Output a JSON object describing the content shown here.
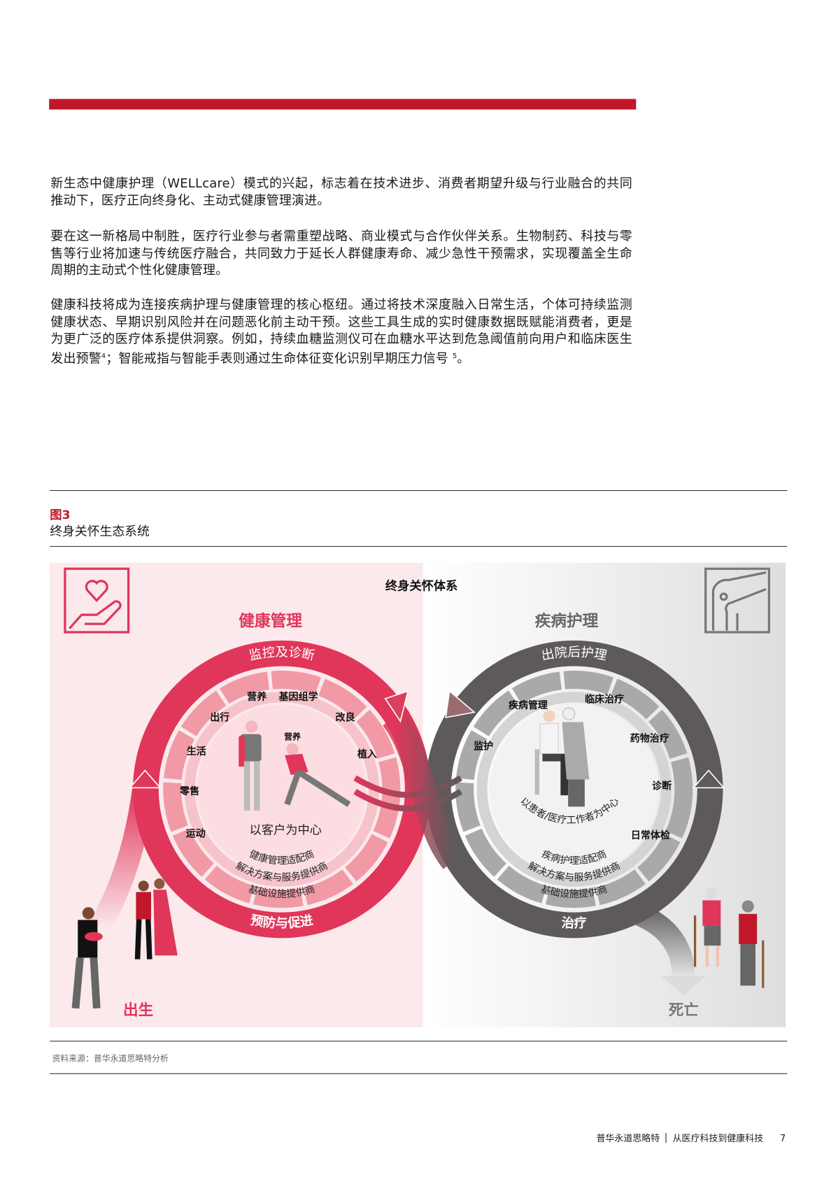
{
  "colors": {
    "brand_red": "#c0182a",
    "health_pink": "#e0365a",
    "panel_pink": "#fbe9ec",
    "care_gray": "#5e5a5b"
  },
  "paragraphs": [
    {
      "text": "新生态中健康护理（WELLcare）模式的兴起，标志着在技术进步、消费者期望升级与行业融合的共同推动下，医疗正向终身化、主动式健康管理演进。"
    },
    {
      "text": "要在这一新格局中制胜，医疗行业参与者需重塑战略、商业模式与合作伙伴关系。生物制药、科技与零售等行业将加速与传统医疗融合，共同致力于延长人群健康寿命、减少急性干预需求，实现覆盖全生命周期的主动式个性化健康管理。"
    },
    {
      "part1": "健康科技将成为连接疾病护理与健康管理的核心枢纽。通过将技术深度融入日常生活，个体可持续监测健康状态、早期识别风险并在问题恶化前主动干预。这些工具生成的实时健康数据既赋能消费者，更是为更广泛的医疗体系提供洞察。例如，持续血糖监测仪可在血糖水平达到危急阈值前向用户和临床医生发出预警",
      "sup1": "4",
      "part2": "；智能戒指与智能手表则通过生命体征变化识别早期压力信号 ",
      "sup2": "5",
      "part3": "。"
    }
  ],
  "figure": {
    "label": "图3",
    "title": "终身关怀生态系统",
    "diagram": {
      "heading": "终身关怀体系",
      "left": {
        "title": "健康管理",
        "icon": "heart-in-hand-icon",
        "outer_top": "监控及诊断",
        "outer_bottom": "预防与促进",
        "segments": [
          "营养",
          "基因组学",
          "出行",
          "改良",
          "生活",
          "植入",
          "零售",
          "运动"
        ],
        "center": "以客户为中心",
        "layers": [
          "健康管理适配商",
          "解决方案与服务提供商",
          "基础设施提供商"
        ],
        "start": "出生",
        "person_label": "营养"
      },
      "right": {
        "title": "疾病护理",
        "icon": "knee-joint-icon",
        "outer_top": "出院后护理",
        "outer_bottom": "治疗",
        "segments": [
          "疾病管理",
          "临床治疗",
          "监护",
          "药物治疗",
          "诊断",
          "日常体检"
        ],
        "center": "以患者/医疗工作者为中心",
        "layers": [
          "疾病护理适配商",
          "解决方案与服务提供商",
          "基础设施提供商"
        ],
        "end": "死亡"
      }
    }
  },
  "source": "资料来源：普华永道思略特分析",
  "footer": {
    "brand": "普华永道思略特",
    "report_title": "从医疗科技到健康科技",
    "page": "7"
  }
}
